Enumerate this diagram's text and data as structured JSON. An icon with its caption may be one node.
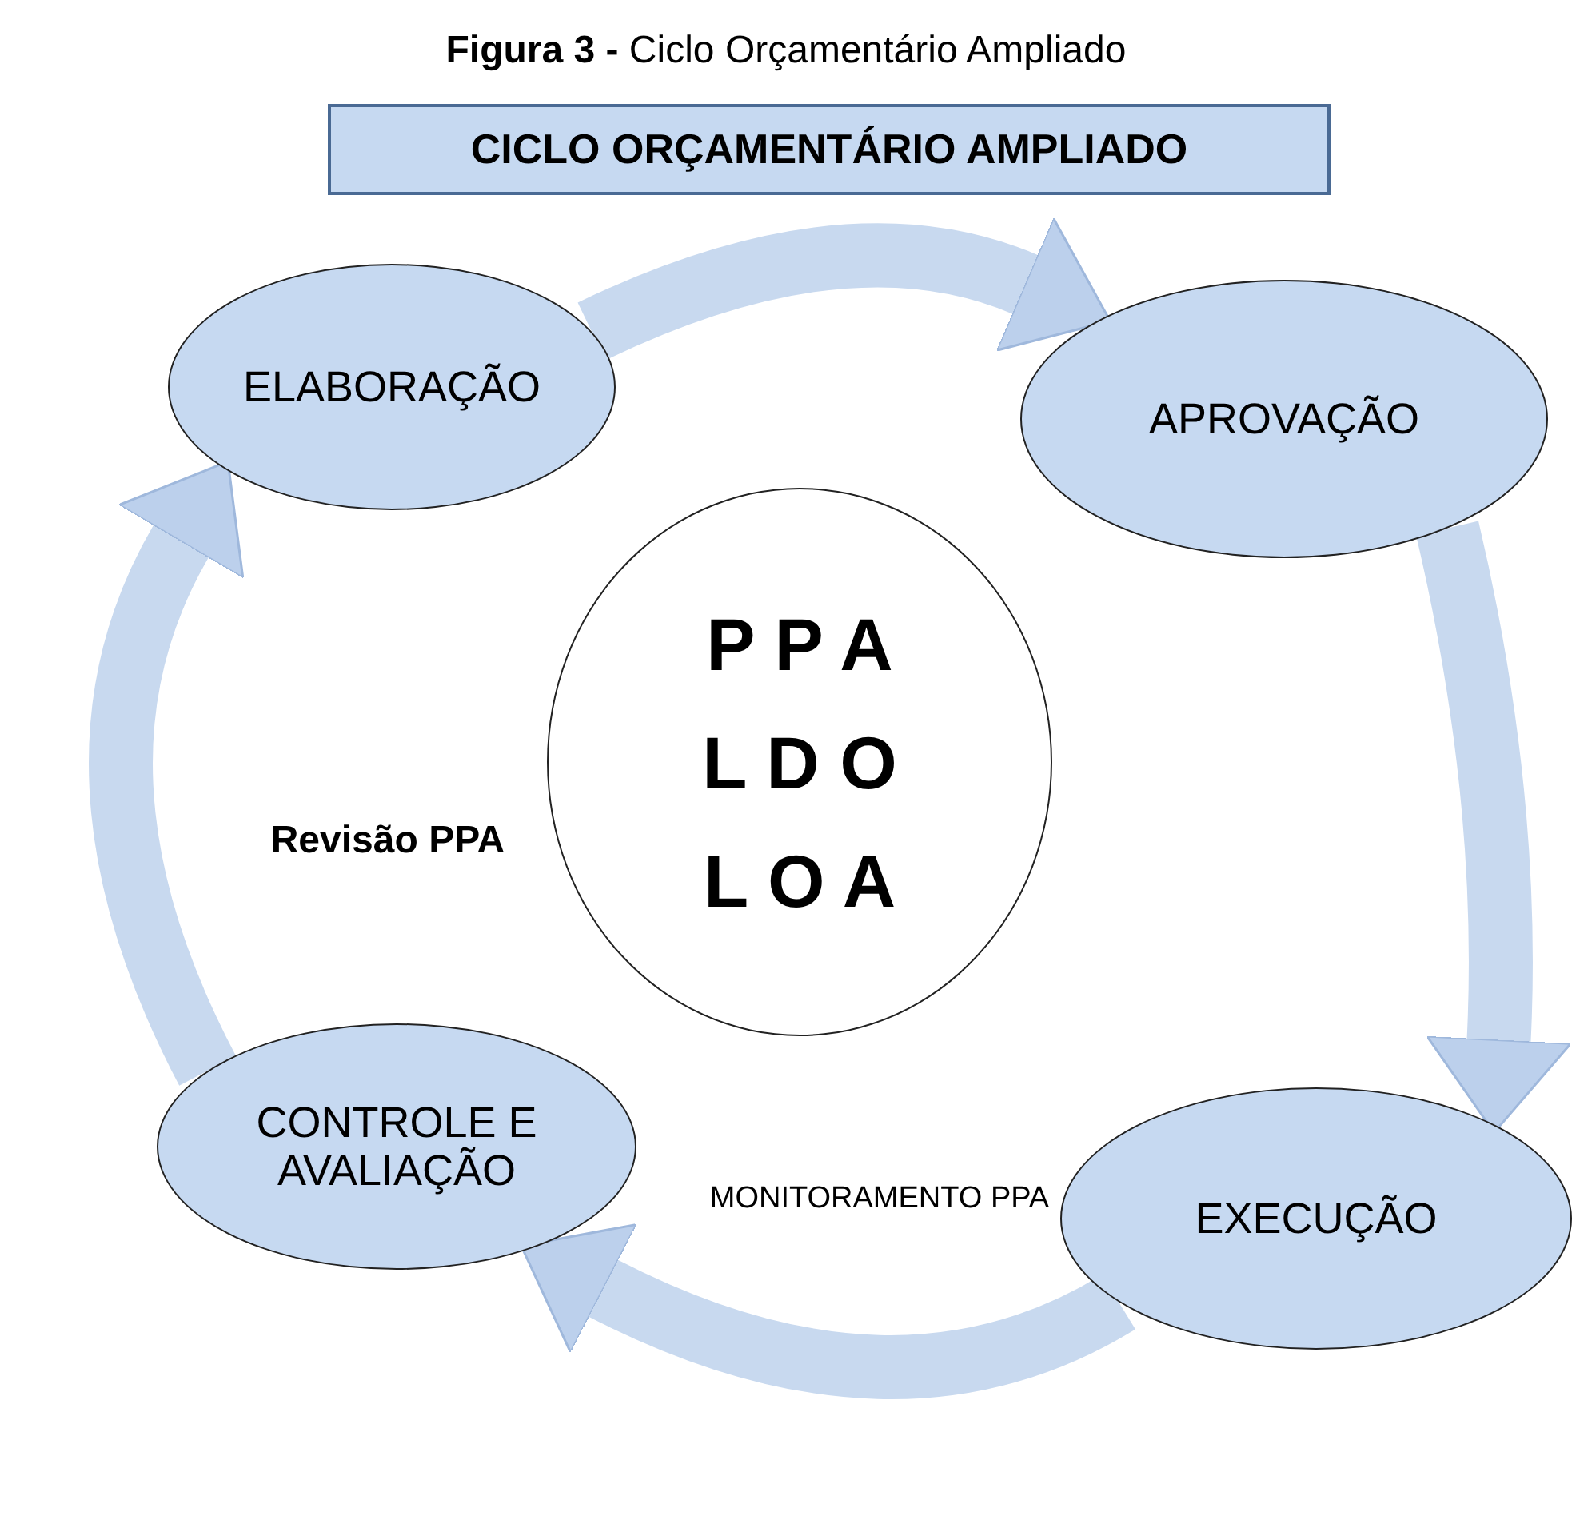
{
  "diagram": {
    "title": "**Figura 3 -** Ciclo Orçamentário Ampliado",
    "nodes": [
      {
        "text": [
          "CICLO ORÇAMENTÁRIO AMPLIADO"
        ]
      },
      {
        "text": [
          "ELABORAÇÃO"
        ]
      },
      {
        "text": [
          "APROVAÇÃO"
        ]
      },
      {
        "text": [
          "P P A",
          "L D O",
          "L O A"
        ]
      },
      {
        "text": [
          "EXECUÇÃO"
        ]
      },
      {
        "text": [
          "CONTROLE E AVALIAÇÃO"
        ]
      }
    ],
    "edges": [
      {
        "from": 1,
        "to": 2,
        "arrow": "to"
      },
      {
        "from": 2,
        "to": 4,
        "arrow": "to"
      },
      {
        "from": 4,
        "to": 5,
        "arrow": "to"
      },
      {
        "from": 5,
        "to": 1,
        "arrow": "to"
      }
    ],
    "labels": [
      "Revisão PPA",
      "MONITORAMENTO PPA"
    ]
  }
}
